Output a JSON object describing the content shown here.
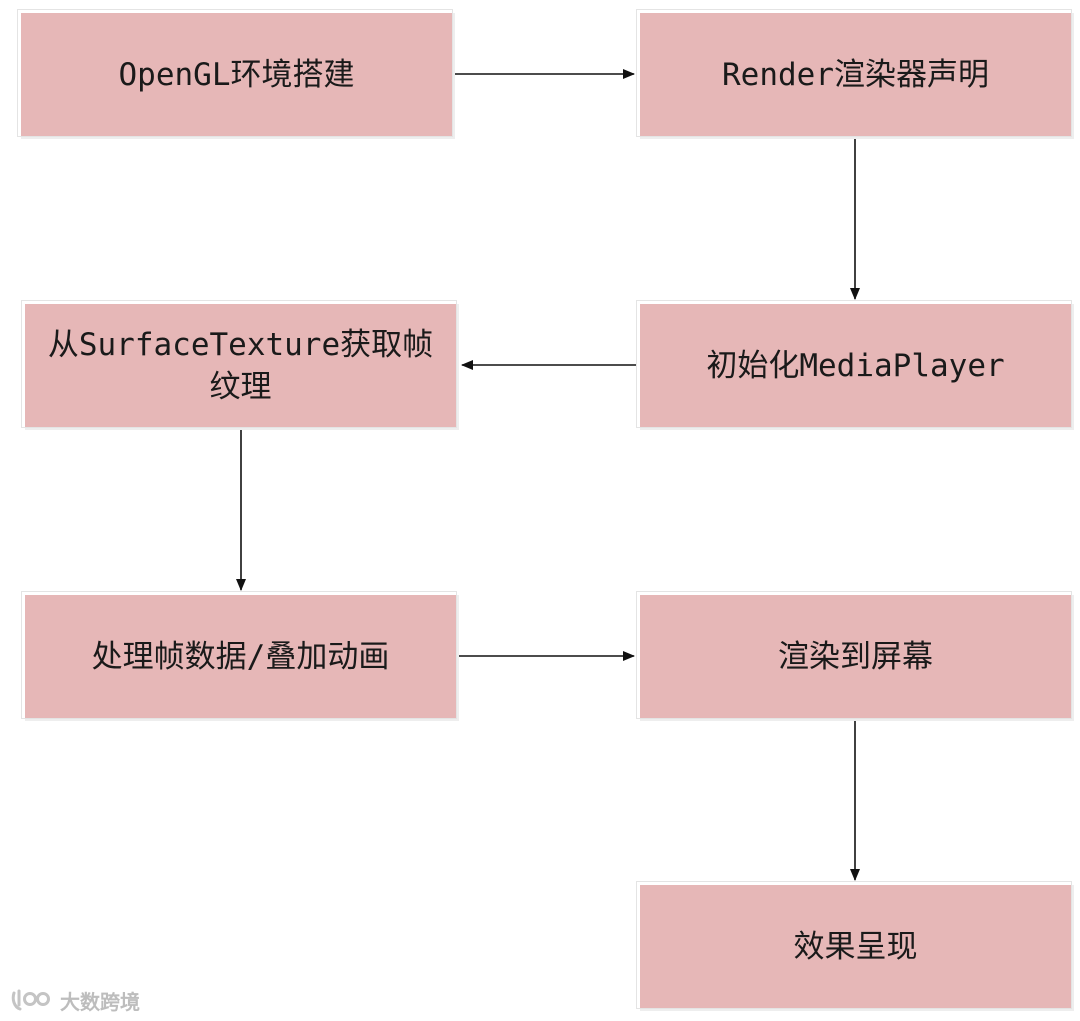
{
  "diagram": {
    "nodes": [
      {
        "id": "opengl-setup",
        "label": "OpenGL环境搭建"
      },
      {
        "id": "render-declare",
        "label": "Render渲染器声明"
      },
      {
        "id": "init-mediaplayer",
        "label": "初始化MediaPlayer"
      },
      {
        "id": "get-frame-texture",
        "label": "从SurfaceTexture获取帧\n纹理"
      },
      {
        "id": "process-frame",
        "label": "处理帧数据/叠加动画"
      },
      {
        "id": "render-to-screen",
        "label": "渲染到屏幕"
      },
      {
        "id": "effect-present",
        "label": "效果呈现"
      }
    ],
    "edges": [
      {
        "from": "opengl-setup",
        "to": "render-declare"
      },
      {
        "from": "render-declare",
        "to": "init-mediaplayer"
      },
      {
        "from": "init-mediaplayer",
        "to": "get-frame-texture"
      },
      {
        "from": "get-frame-texture",
        "to": "process-frame"
      },
      {
        "from": "process-frame",
        "to": "render-to-screen"
      },
      {
        "from": "render-to-screen",
        "to": "effect-present"
      }
    ],
    "colors": {
      "node_fill": "#e6b7b7",
      "edge": "#111111"
    }
  },
  "watermark": {
    "text": "大数跨境"
  }
}
